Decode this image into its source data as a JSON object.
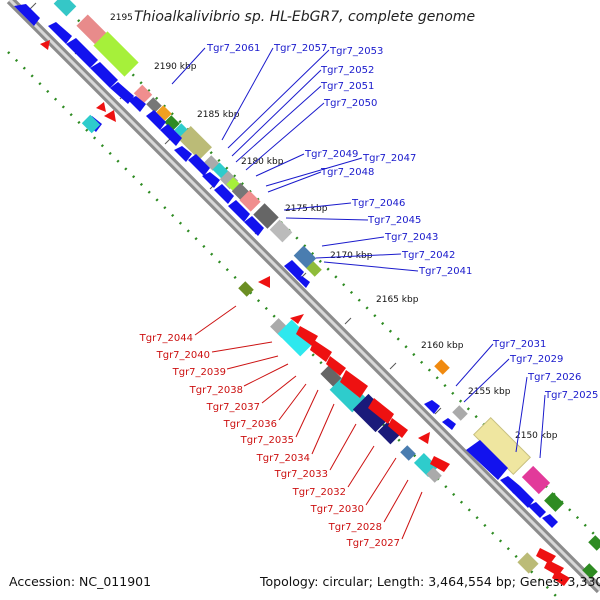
{
  "title": "Thioalkalivibrio sp. HL-EbGR7, complete genome",
  "footer": {
    "accession": "Accession: NC_011901",
    "topology": "Topology: circular; Length: 3,464,554 bp; Genes: 3,330"
  },
  "colors": {
    "forward_label": "#1a1acc",
    "reverse_label": "#cc1111",
    "backbone": "#8c8c8c",
    "tick": "#2e8b22"
  },
  "scale_labels": [
    "2195",
    "2190 kbp",
    "2185 kbp",
    "2180 kbp",
    "2175 kbp",
    "2170 kbp",
    "2165 kbp",
    "2160 kbp",
    "2155 kbp",
    "2150 kbp"
  ],
  "forward_genes": [
    "Tgr7_2061",
    "Tgr7_2057",
    "Tgr7_2053",
    "Tgr7_2052",
    "Tgr7_2051",
    "Tgr7_2050",
    "Tgr7_2049",
    "Tgr7_2047",
    "Tgr7_2048",
    "Tgr7_2046",
    "Tgr7_2045",
    "Tgr7_2043",
    "Tgr7_2042",
    "Tgr7_2041",
    "Tgr7_2031",
    "Tgr7_2029",
    "Tgr7_2026",
    "Tgr7_2025"
  ],
  "reverse_genes": [
    "Tgr7_2044",
    "Tgr7_2040",
    "Tgr7_2039",
    "Tgr7_2038",
    "Tgr7_2037",
    "Tgr7_2036",
    "Tgr7_2035",
    "Tgr7_2034",
    "Tgr7_2033",
    "Tgr7_2032",
    "Tgr7_2030",
    "Tgr7_2028",
    "Tgr7_2027"
  ]
}
